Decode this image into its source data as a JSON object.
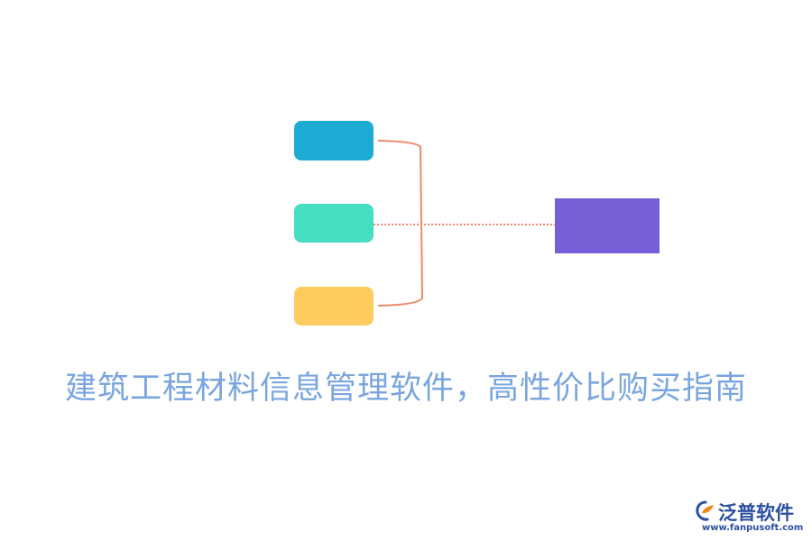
{
  "title": "建筑工程材料信息管理软件，高性价比购买指南",
  "diagram": {
    "source_boxes": [
      {
        "id": "box-1",
        "color": "#1eabd3"
      },
      {
        "id": "box-2",
        "color": "#45dec1"
      },
      {
        "id": "box-3",
        "color": "#fecc5e"
      }
    ],
    "target_box": {
      "color": "#765fd7"
    },
    "connector_color": "#ee8a6a"
  },
  "colors": {
    "title": "#7aa5df",
    "logo": "#2c4fa0",
    "logo_accent": "#f08a1e"
  },
  "logo": {
    "name": "泛普软件",
    "url": "www.fanpusoft.com",
    "icon": "fanpu-logo-icon"
  }
}
